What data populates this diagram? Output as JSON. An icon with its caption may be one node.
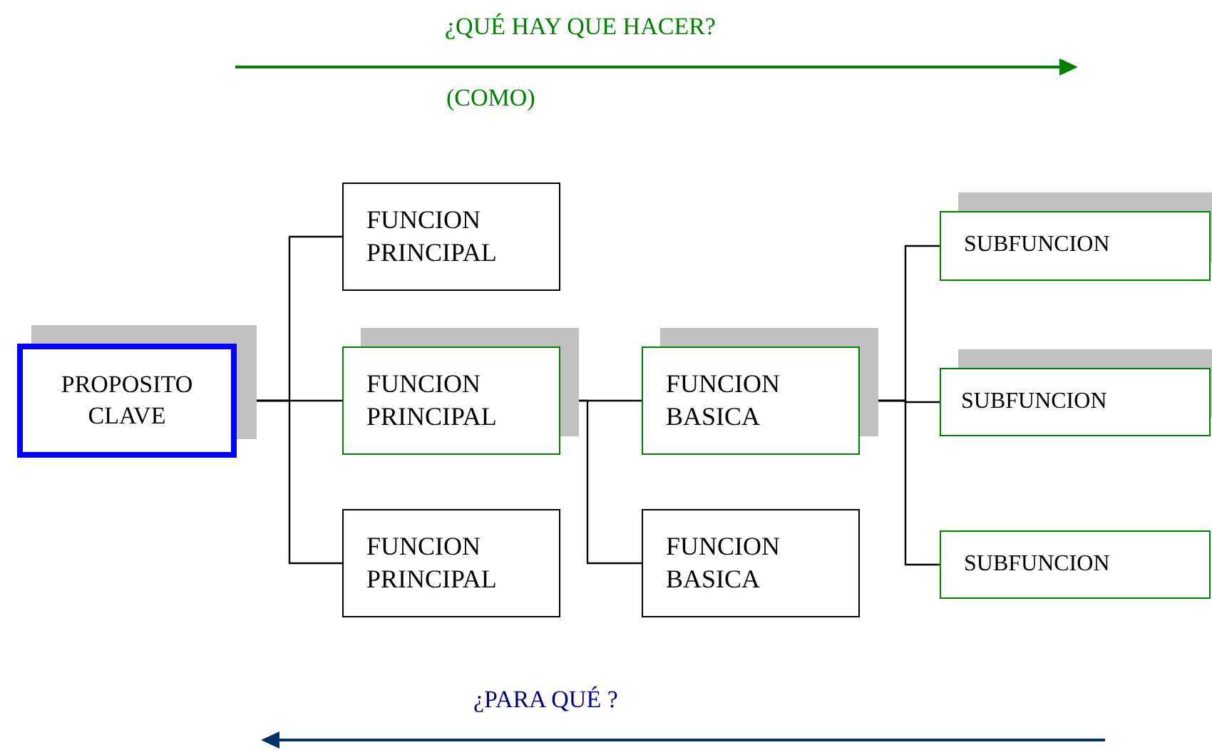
{
  "diagram": {
    "nodes": [
      {
        "text": [
          "PROPOSITO CLAVE"
        ]
      },
      {
        "text": [
          "FUNCION PRINCIPAL"
        ]
      },
      {
        "text": [
          "FUNCION PRINCIPAL"
        ]
      },
      {
        "text": [
          "FUNCION PRINCIPAL"
        ]
      },
      {
        "text": [
          "FUNCION BASICA"
        ]
      },
      {
        "text": [
          "FUNCION BASICA"
        ]
      },
      {
        "text": [
          "SUBFUNCION"
        ]
      },
      {
        "text": [
          "SUBFUNCION"
        ]
      },
      {
        "text": [
          "SUBFUNCION"
        ]
      }
    ],
    "edges": [
      {
        "from": 0,
        "to": 1,
        "arrow": "none"
      },
      {
        "from": 0,
        "to": 2,
        "arrow": "none"
      },
      {
        "from": 0,
        "to": 3,
        "arrow": "none"
      },
      {
        "from": 2,
        "to": 4,
        "arrow": "none"
      },
      {
        "from": 2,
        "to": 5,
        "arrow": "none"
      },
      {
        "from": 4,
        "to": 6,
        "arrow": "none"
      },
      {
        "from": 4,
        "to": 7,
        "arrow": "none"
      },
      {
        "from": 4,
        "to": 8,
        "arrow": "none"
      }
    ],
    "labels": [
      "¿QUÉ HAY QUE HACER?",
      "(COMO)",
      "¿PARA QUÉ ?"
    ]
  }
}
